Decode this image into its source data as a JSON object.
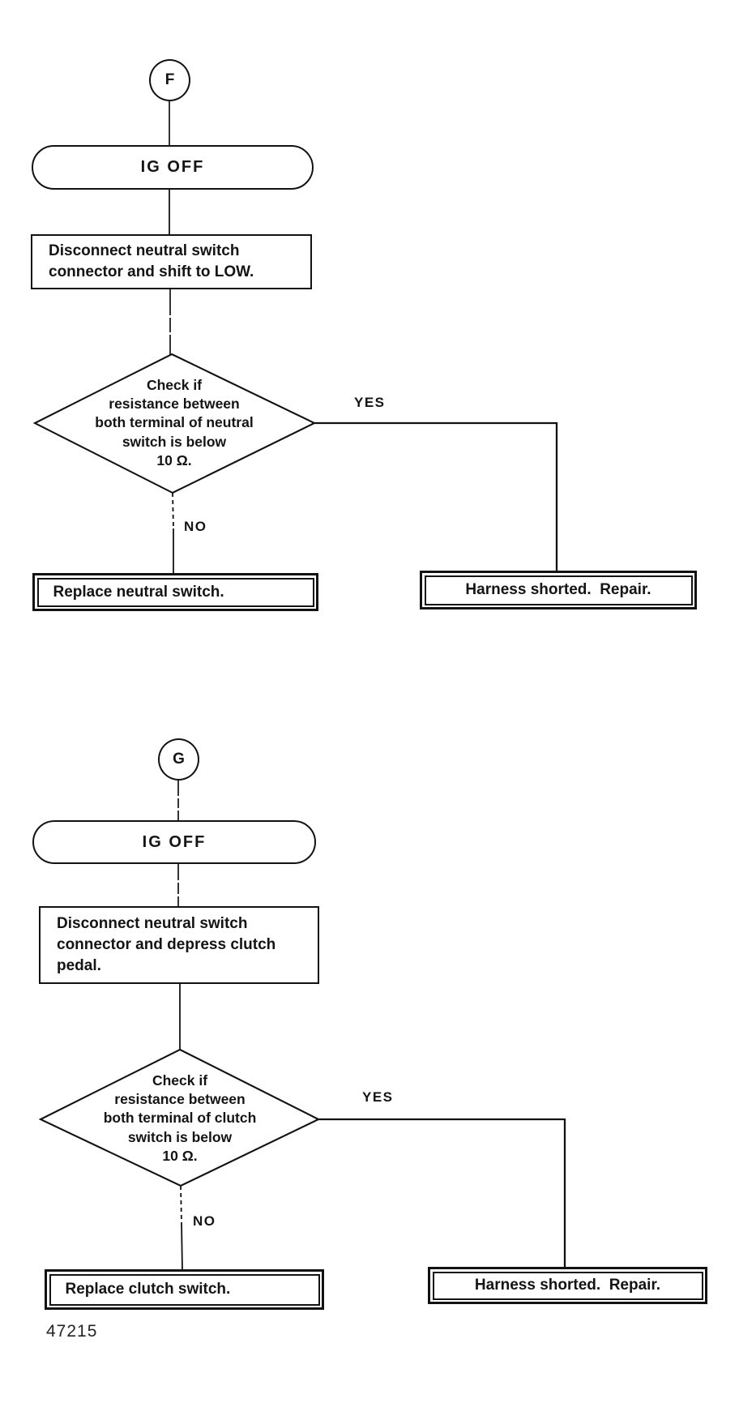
{
  "figure": {
    "number": "47215"
  },
  "flowcharts": [
    {
      "connector": "F",
      "start": "IG OFF",
      "action": "Disconnect neutral switch\nconnector and shift to LOW.",
      "decision": "Check if\nresistance between\nboth terminal of neutral\nswitch is below\n10 Ω.",
      "yes_label": "YES",
      "no_label": "NO",
      "no_result": "Replace neutral switch.",
      "yes_result": "Harness shorted.  Repair."
    },
    {
      "connector": "G",
      "start": "IG OFF",
      "action": "Disconnect neutral switch\nconnector and depress clutch\npedal.",
      "decision": "Check if\nresistance between\nboth terminal of clutch\nswitch is below\n10 Ω.",
      "yes_label": "YES",
      "no_label": "NO",
      "no_result": "Replace clutch switch.",
      "yes_result": "Harness shorted.  Repair."
    }
  ]
}
